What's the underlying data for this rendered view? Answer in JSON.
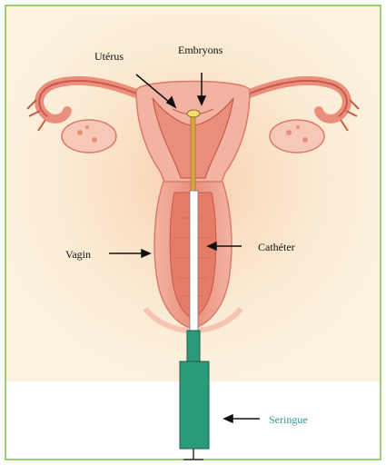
{
  "labels": {
    "uterus": "Utérus",
    "embryos": "Embryons",
    "vagina": "Vagin",
    "catheter": "Cathéter",
    "syringe": "Seringue"
  },
  "colors": {
    "background": "#fbf1dd",
    "border": "#7fbf4d",
    "tissue": "#ea8f7c",
    "tissue_dark": "#c95a4a",
    "tissue_light": "#f6c8b8",
    "catheter": "#ffffff",
    "syringe": "#2a9a7a",
    "syringe_label": "#2a9a8c"
  }
}
